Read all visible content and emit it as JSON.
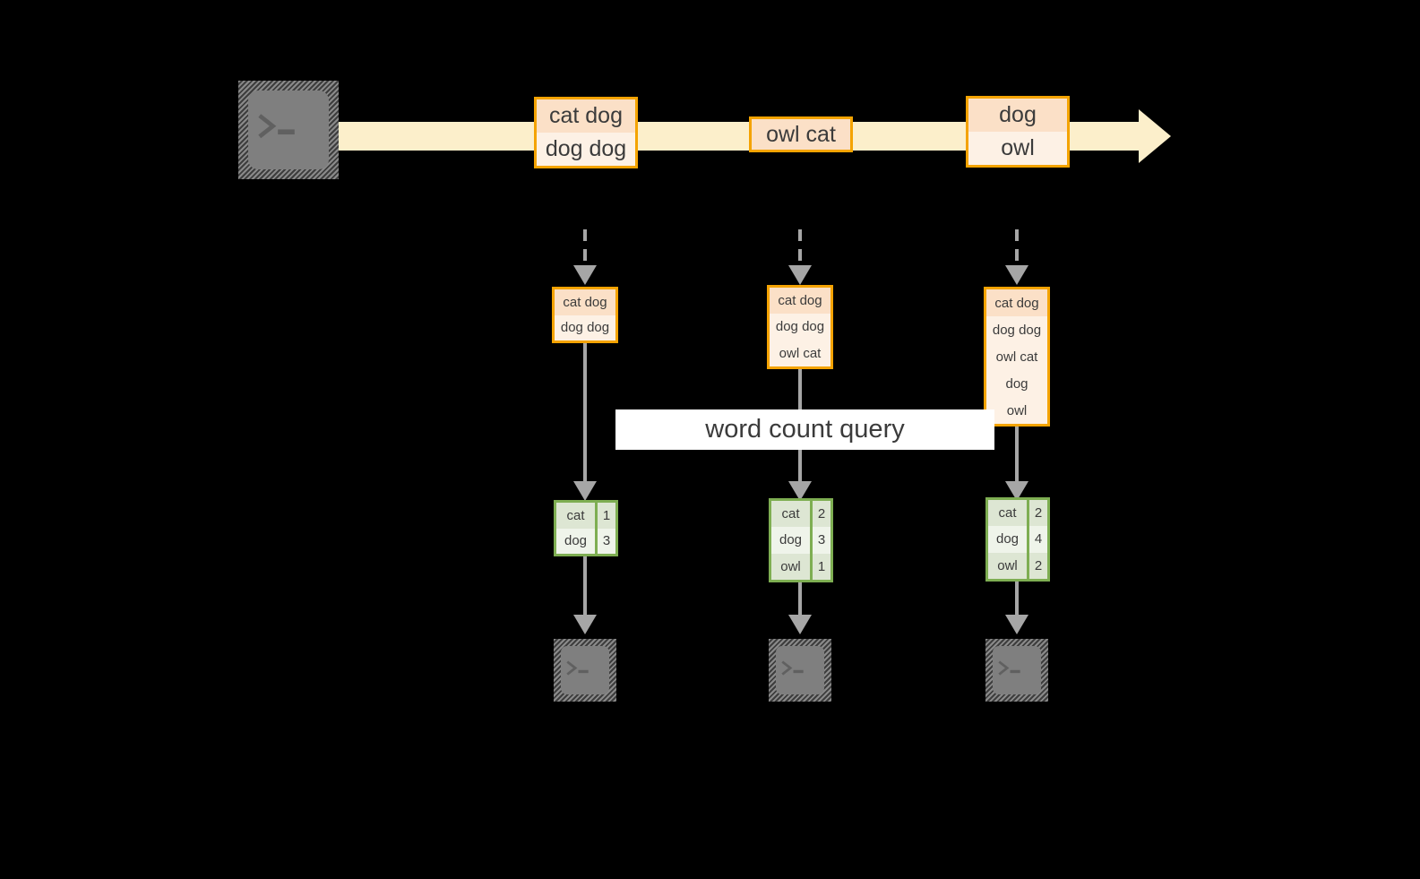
{
  "diagram": {
    "title_label": "word count query",
    "colors": {
      "stream_fill": "#fcefcb",
      "orange_border": "#f4a300",
      "orange_dark_cell": "#fbe0c7",
      "orange_light_cell": "#fdf1e5",
      "green_border": "#7eae52",
      "green_dark_cell": "#dde6d3",
      "green_light_cell": "#eff4ea",
      "connector": "#a6a6a6",
      "terminal_body": "#7f7f7f",
      "label_bg": "#ffffff",
      "background": "#000000"
    },
    "source": {
      "icon": "terminal-icon"
    },
    "stream": {
      "events": [
        {
          "icon": "",
          "rows": [
            {
              "text": "cat dog",
              "shade": "dark"
            },
            {
              "text": "dog dog",
              "shade": "light"
            }
          ]
        },
        {
          "icon": "",
          "rows": [
            {
              "text": "owl cat",
              "shade": "dark"
            }
          ]
        },
        {
          "icon": "",
          "rows": [
            {
              "text": "dog",
              "shade": "dark"
            },
            {
              "text": "owl",
              "shade": "light"
            }
          ]
        }
      ]
    },
    "snapshots": [
      {
        "rows": [
          {
            "text": "cat dog",
            "shade": "dark"
          },
          {
            "text": "dog dog",
            "shade": "light"
          }
        ]
      },
      {
        "rows": [
          {
            "text": "cat dog",
            "shade": "dark"
          },
          {
            "text": "dog dog",
            "shade": "light"
          },
          {
            "text": "owl cat",
            "shade": "light"
          }
        ]
      },
      {
        "rows": [
          {
            "text": "cat dog",
            "shade": "dark"
          },
          {
            "text": "dog dog",
            "shade": "light"
          },
          {
            "text": "owl cat",
            "shade": "light"
          },
          {
            "text": "dog",
            "shade": "light"
          },
          {
            "text": "owl",
            "shade": "light"
          }
        ]
      }
    ],
    "results": [
      {
        "rows": [
          {
            "word": "cat",
            "count": "1",
            "shade": "dark"
          },
          {
            "word": "dog",
            "count": "3",
            "shade": "light"
          }
        ]
      },
      {
        "rows": [
          {
            "word": "cat",
            "count": "2",
            "shade": "dark"
          },
          {
            "word": "dog",
            "count": "3",
            "shade": "light"
          },
          {
            "word": "owl",
            "count": "1",
            "shade": "dark"
          }
        ]
      },
      {
        "rows": [
          {
            "word": "cat",
            "count": "2",
            "shade": "dark"
          },
          {
            "word": "dog",
            "count": "4",
            "shade": "light"
          },
          {
            "word": "owl",
            "count": "2",
            "shade": "dark"
          }
        ]
      }
    ],
    "sinks": [
      {
        "icon": "terminal-icon"
      },
      {
        "icon": "terminal-icon"
      },
      {
        "icon": "terminal-icon"
      }
    ]
  }
}
